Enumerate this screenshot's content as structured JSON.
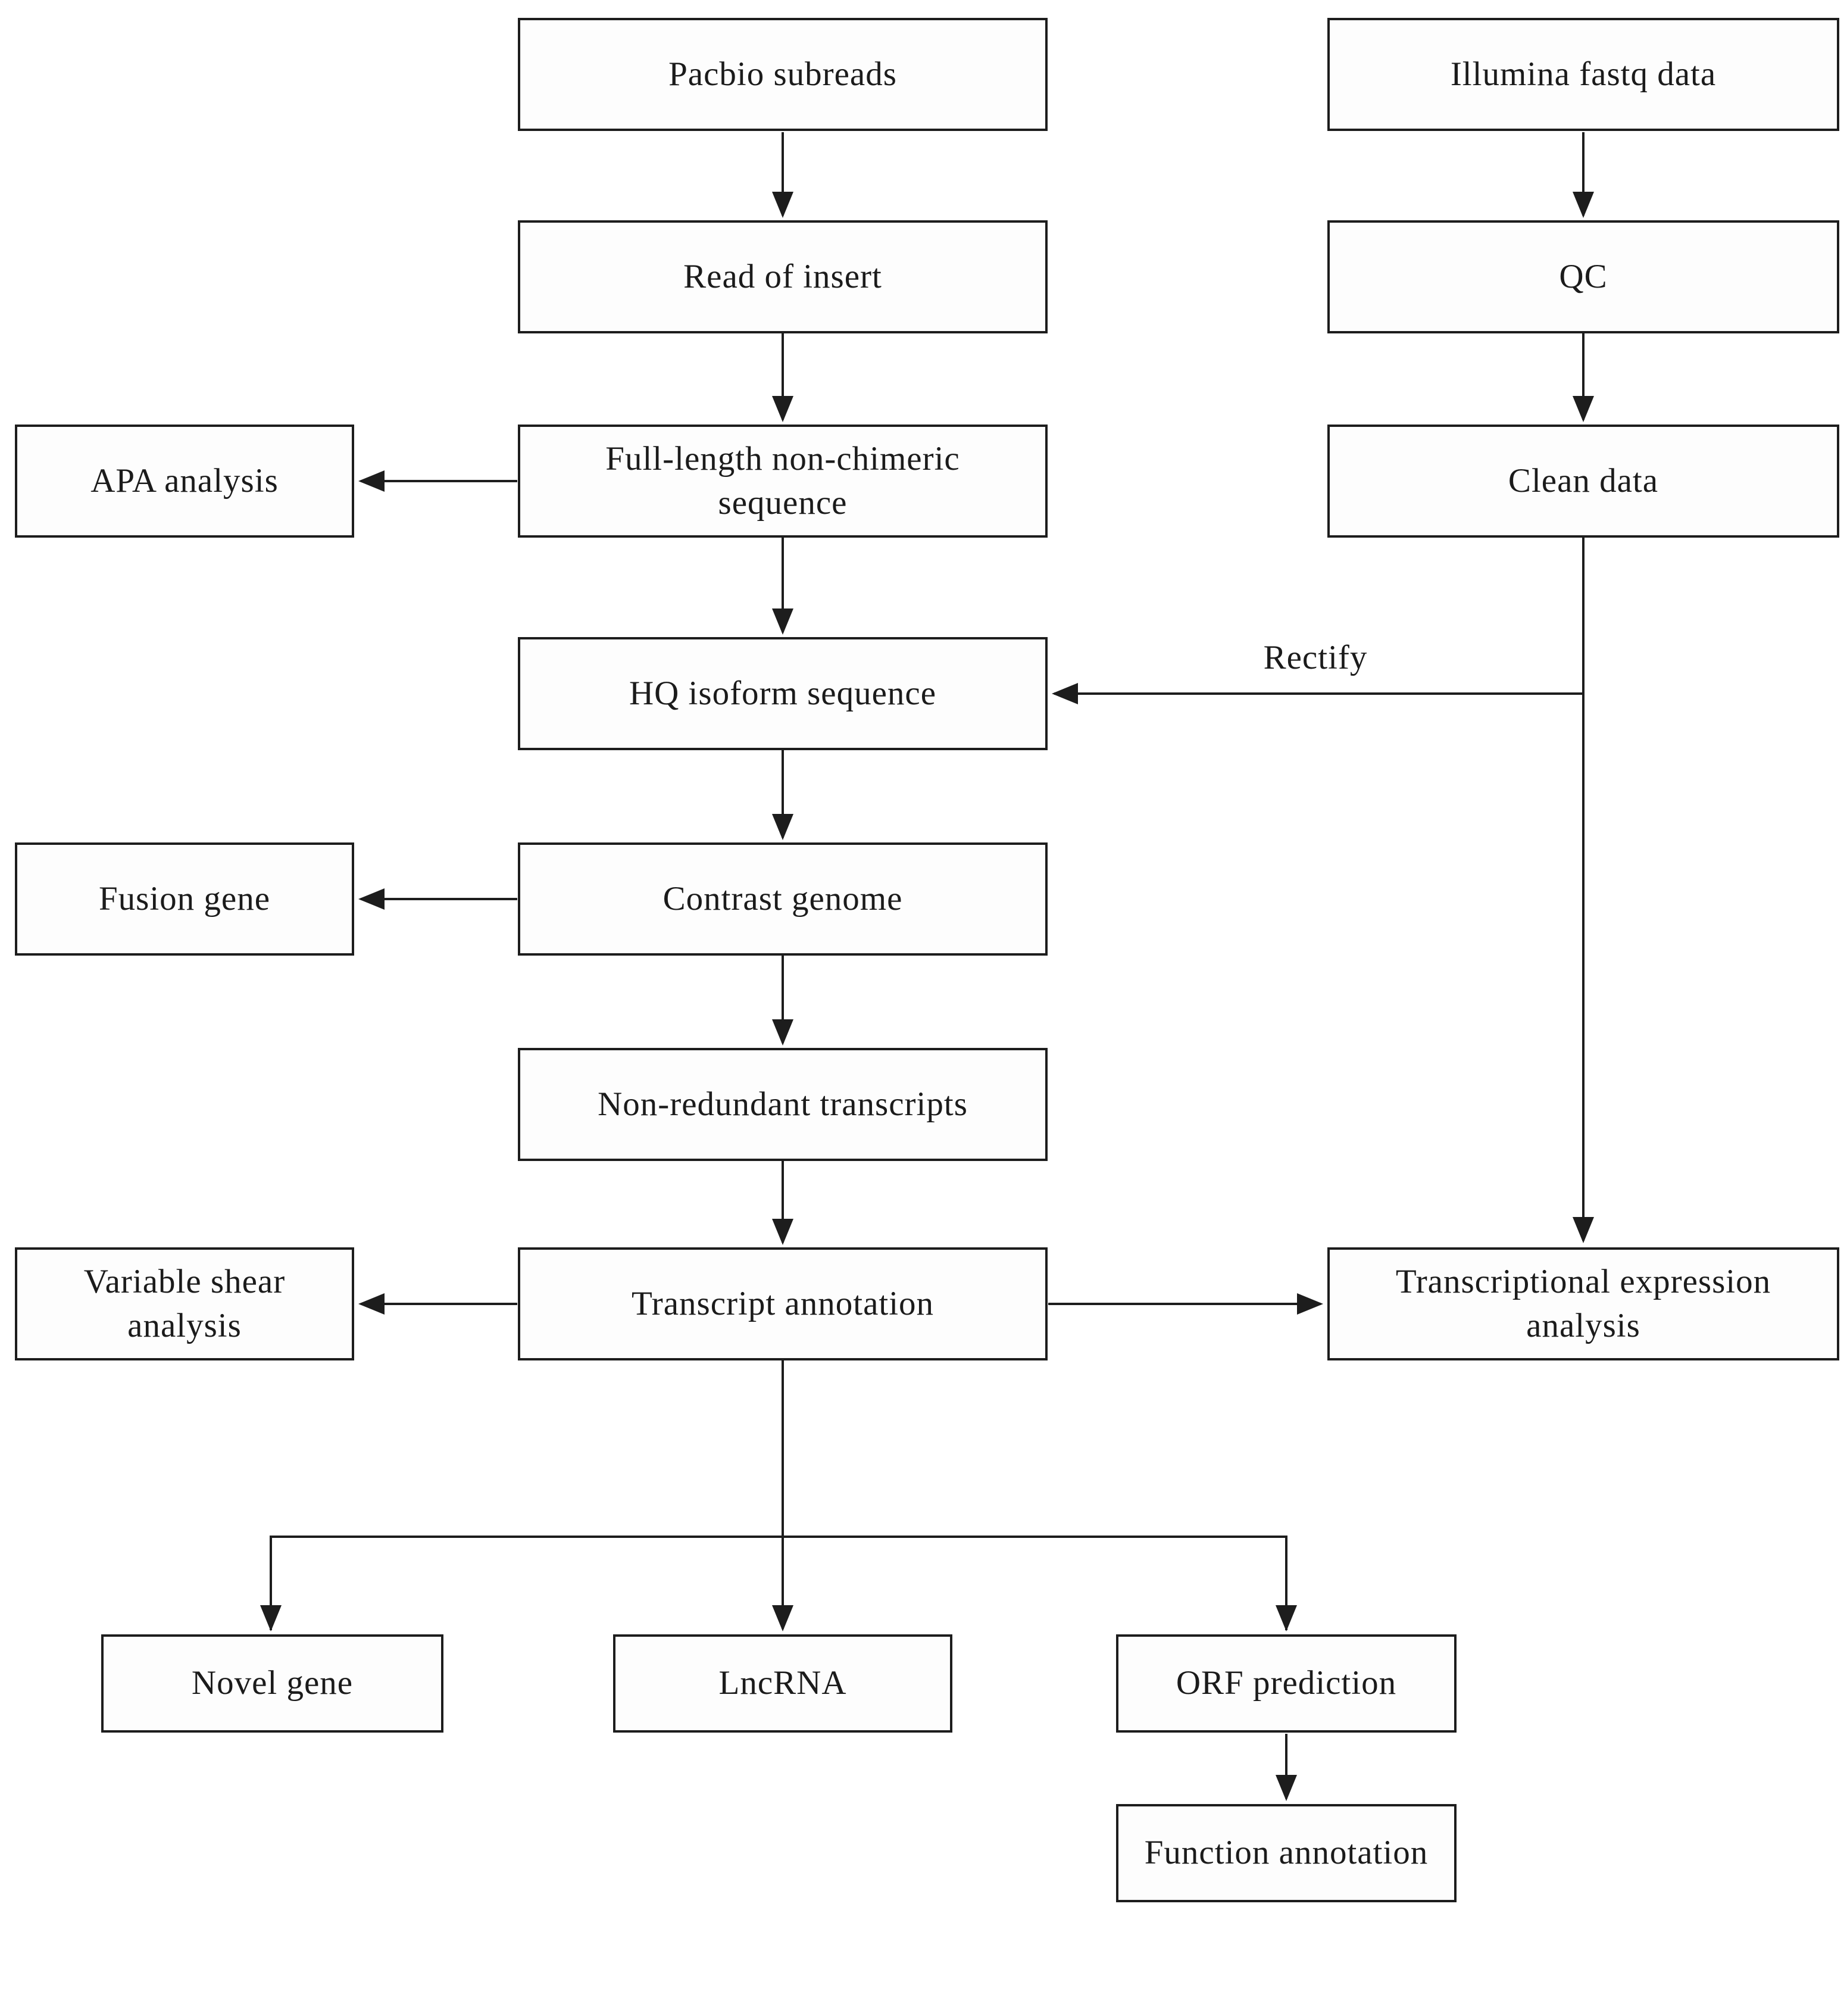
{
  "diagram": {
    "title": "Transcriptome sequencing analysis pipeline flowchart",
    "colors": {
      "background": "#ffffff",
      "box_fill": "#fdfdfd",
      "box_border": "#1d1d1d",
      "line": "#1d1d1d",
      "text": "#1b1b1b"
    },
    "nodes": {
      "pacbio_subreads": {
        "label": "Pacbio subreads"
      },
      "read_of_insert": {
        "label": "Read of insert"
      },
      "full_length": {
        "label": "Full-length non-chimeric\nsequence"
      },
      "apa_analysis": {
        "label": "APA analysis"
      },
      "hq_isoform": {
        "label": "HQ isoform sequence"
      },
      "contrast_genome": {
        "label": "Contrast genome"
      },
      "fusion_gene": {
        "label": "Fusion gene"
      },
      "non_redundant": {
        "label": "Non-redundant transcripts"
      },
      "transcript_annotation": {
        "label": "Transcript annotation"
      },
      "variable_shear": {
        "label": "Variable shear\nanalysis"
      },
      "novel_gene": {
        "label": "Novel gene"
      },
      "lncrna": {
        "label": "LncRNA"
      },
      "orf_prediction": {
        "label": "ORF prediction"
      },
      "function_annotation": {
        "label": "Function annotation"
      },
      "illumina_fastq": {
        "label": "Illumina fastq data"
      },
      "qc": {
        "label": "QC"
      },
      "clean_data": {
        "label": "Clean data"
      },
      "transcriptional_expression": {
        "label": "Transcriptional expression\nanalysis"
      }
    },
    "edge_labels": {
      "rectify": "Rectify"
    }
  }
}
